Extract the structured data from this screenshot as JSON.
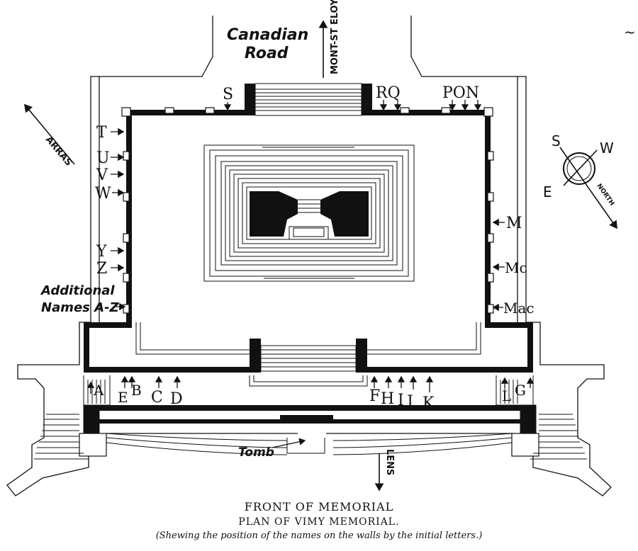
{
  "roads": {
    "canadian_road_line1": "Canadian",
    "canadian_road_line2": "Road",
    "mont_st_eloy": "MONT-ST ELOY",
    "arras": "ARRAS",
    "lens": "LENS"
  },
  "compass": {
    "s": "S",
    "w": "W",
    "e": "E",
    "north": "NORTH"
  },
  "letters": {
    "s": "S",
    "rq": "RQ",
    "pon": "PON",
    "t": "T",
    "u": "U",
    "v": "V",
    "w": "W",
    "y": "Y",
    "z": "Z",
    "m": "M",
    "mc": "Mc",
    "mac": "Mac",
    "a": "A",
    "e": "E",
    "b": "B",
    "c": "C",
    "d": "D",
    "f": "F",
    "h": "H",
    "i": "I",
    "j": "J",
    "k": "K",
    "l": "L",
    "g": "G"
  },
  "additional_names_line1": "Additional",
  "additional_names_line2": "Names A-Z",
  "tomb": "Tomb",
  "caption": {
    "line1": "FRONT OF MEMORIAL",
    "line2": "PLAN OF VIMY MEMORIAL.",
    "line3": "(Shewing the position of the names on the walls by the initial letters.)"
  },
  "corner_mark": "~"
}
